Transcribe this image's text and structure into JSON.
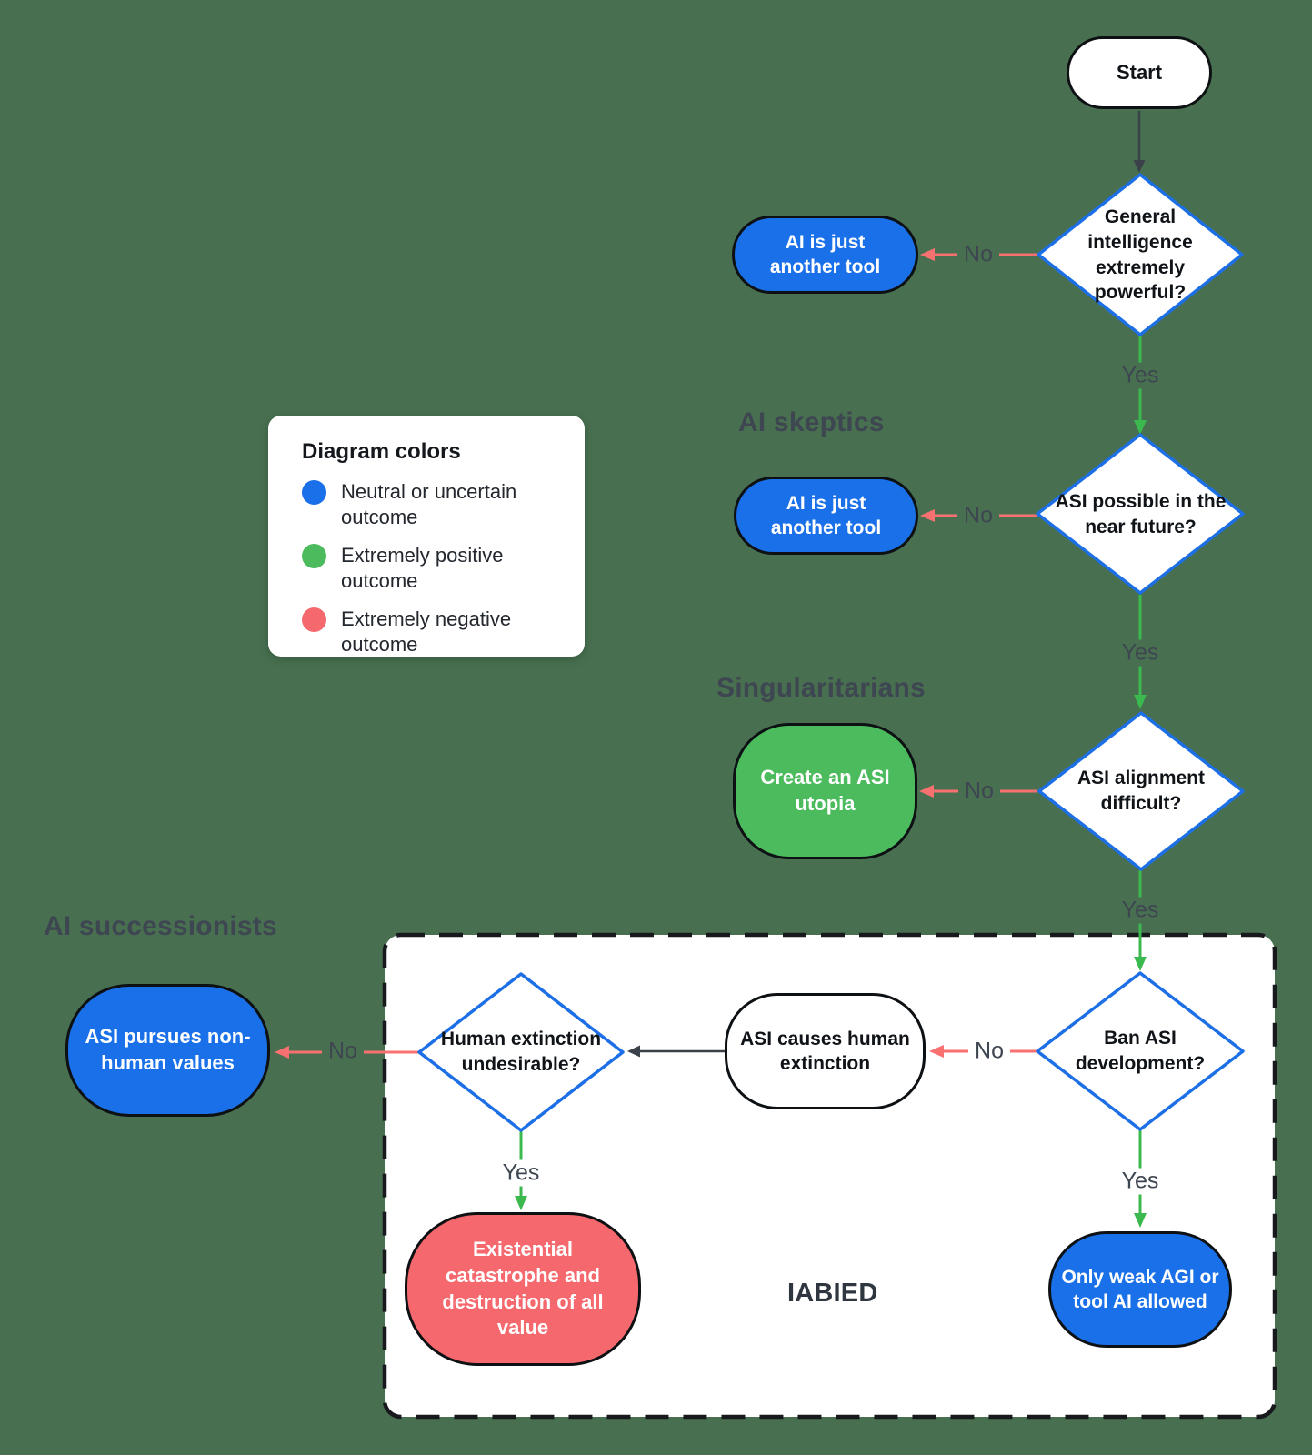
{
  "canvas": {
    "background": "#487050"
  },
  "legend": {
    "title": "Diagram colors",
    "items": [
      {
        "icon": "blue-circle",
        "color": "#1A70E8",
        "label": "Neutral or uncertain outcome"
      },
      {
        "icon": "green-circle",
        "color": "#4CBB5D",
        "label": "Extremely positive outcome"
      },
      {
        "icon": "red-circle",
        "color": "#F5696E",
        "label": "Extremely negative outcome"
      }
    ]
  },
  "sections": {
    "ai_skeptics": "AI skeptics",
    "singularitarians": "Singularitarians",
    "ai_successionists": "AI successionists",
    "iabied": "IABIED"
  },
  "nodes": {
    "start": "Start",
    "q_general_intelligence": "General intelligence extremely powerful?",
    "q_asi_possible": "ASI possible in the near future?",
    "q_alignment_difficult": "ASI alignment difficult?",
    "q_ban_asi": "Ban ASI development?",
    "q_extinction_undesirable": "Human extinction undesirable?",
    "outcome_tool_1": "AI is just another tool",
    "outcome_tool_2": "AI is just another tool",
    "outcome_utopia": "Create an ASI utopia",
    "outcome_extinction": "ASI causes human extinction",
    "outcome_nonhuman_values": "ASI pursues non-human values",
    "outcome_catastrophe": "Existential catastrophe and destruction of all value",
    "outcome_weak_agi": "Only weak AGI or tool AI allowed"
  },
  "edge_labels": {
    "yes": "Yes",
    "no": "No"
  },
  "colors": {
    "node_blue": "#1A70E8",
    "node_green": "#4CBB5D",
    "node_red": "#F5696E",
    "diamond_border": "#1D6FE6",
    "arrow_green": "#3CB94E",
    "arrow_red": "#F87070",
    "arrow_dark": "#3A4148",
    "edge_label_gray": "#3E4651"
  }
}
